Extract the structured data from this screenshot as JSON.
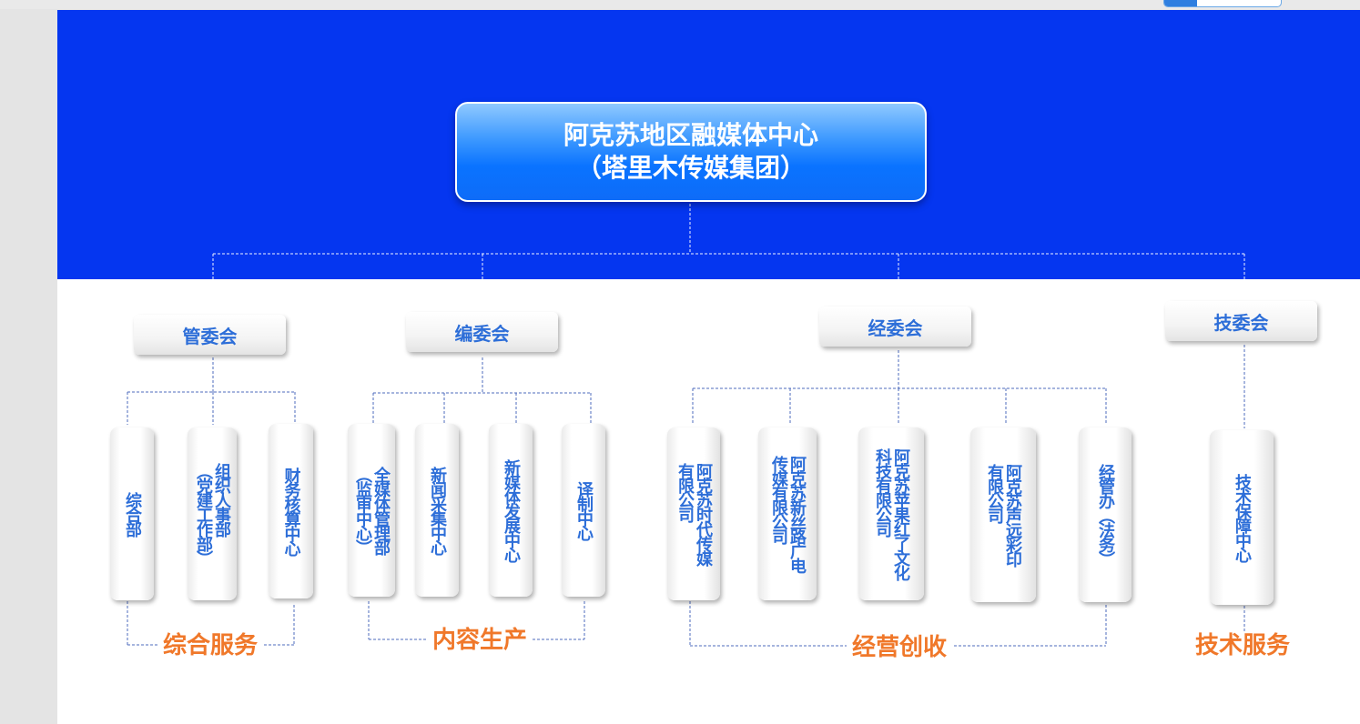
{
  "root": {
    "line1": "阿克苏地区融媒体中心",
    "line2": "（塔里木传媒集团）"
  },
  "committees": [
    {
      "label": "管委会"
    },
    {
      "label": "编委会"
    },
    {
      "label": "经委会"
    },
    {
      "label": "技委会"
    }
  ],
  "departments": [
    {
      "label": "综合部"
    },
    {
      "label": "组织人事部\n（党建工作部）"
    },
    {
      "label": "财务核算中心"
    },
    {
      "label": "全媒体管理部\n（监审中心）"
    },
    {
      "label": "新闻采集中心"
    },
    {
      "label": "新媒体发展中心"
    },
    {
      "label": "译制中心"
    },
    {
      "label": "阿克苏时代传媒\n有限公司"
    },
    {
      "label": "阿克苏新丝路广电\n传媒有限公司"
    },
    {
      "label": "阿克苏苹果红了文化\n科技有限公司"
    },
    {
      "label": "阿克苏声远彩印\n有限公司"
    },
    {
      "label": "经管办（法务）"
    },
    {
      "label": "技术保障中心"
    }
  ],
  "groups": [
    {
      "label": "综合服务"
    },
    {
      "label": "内容生产"
    },
    {
      "label": "经营创收"
    },
    {
      "label": "技术服务"
    }
  ],
  "colors": {
    "band": "#0536f0",
    "accent_text": "#2d6ed8",
    "group_label": "#f0782a",
    "connector": "#4d6bbd"
  }
}
